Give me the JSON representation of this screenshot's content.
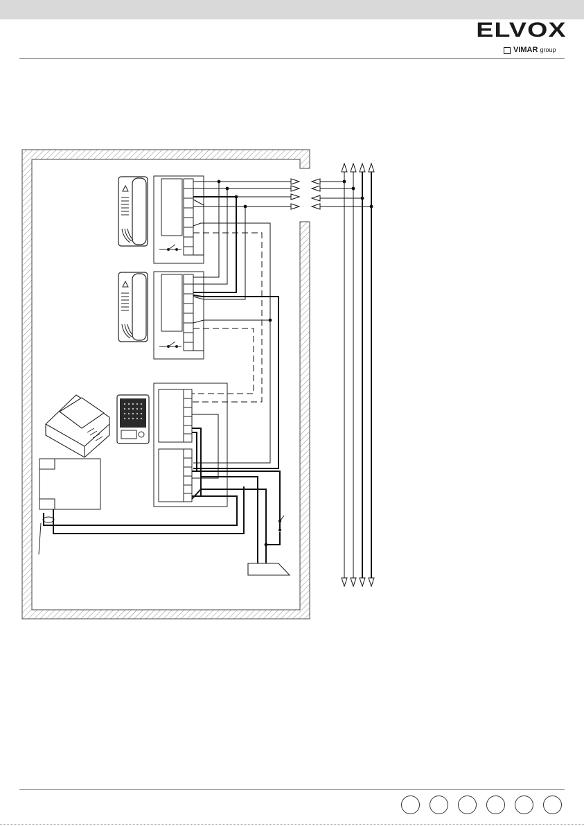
{
  "header": {
    "brand_name": "ELVOX",
    "group_brand": "VIMAR",
    "group_suffix": "group"
  },
  "footer": {
    "language_circles": [
      "",
      "",
      "",
      "",
      "",
      ""
    ]
  },
  "colors": {
    "header_band": "#d9d9d9",
    "wire": "#111111",
    "hatch": "#8c8c8c"
  },
  "diagram": {
    "devices": [
      {
        "name": "intercom-handset-1",
        "icon": "handset-icon"
      },
      {
        "name": "intercom-handset-2",
        "icon": "handset-icon"
      },
      {
        "name": "power-supply-module",
        "icon": "din-rail-module-icon"
      },
      {
        "name": "outdoor-entrance-panel",
        "icon": "speaker-panel-icon"
      },
      {
        "name": "door-lock",
        "icon": "lock-icon"
      }
    ]
  }
}
